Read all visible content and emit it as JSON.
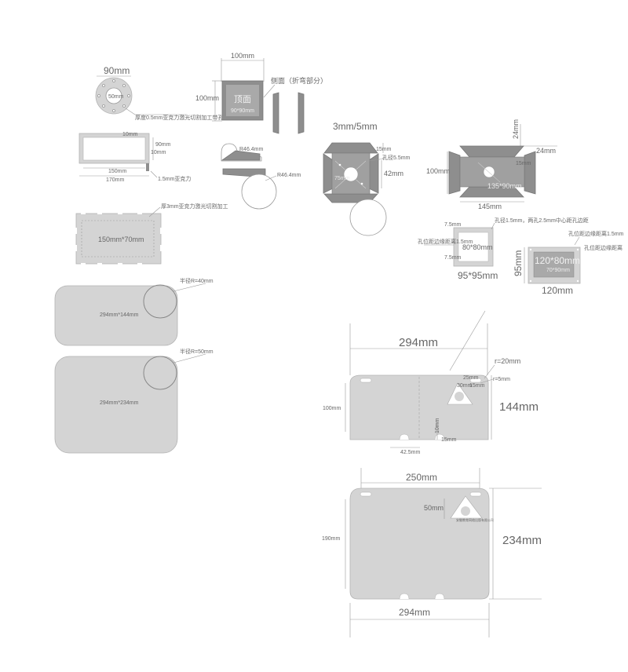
{
  "colors": {
    "part": "#d4d4d4",
    "part_dark": "#8e8e8e",
    "line": "#9a9a9a",
    "text": "#666666"
  },
  "ring": {
    "outer": "90mm",
    "inner": "50mm",
    "note": "厚度0.5mm亚克力激光切割加工带孔"
  },
  "top_face": {
    "width": "100mm",
    "height": "100mm",
    "name": "顶面",
    "size": "90*90mm",
    "side_label": "侧面（折弯部分）"
  },
  "frame170": {
    "inner_h": "90mm",
    "inner_w": "150mm",
    "outer_w": "170mm",
    "top_label": "10mm",
    "side_label": "10mm",
    "note": "1.5mm亚克力"
  },
  "arc_parts": {
    "label_a": "R46.4mm",
    "label_b": "R46.4mm"
  },
  "box3": {
    "thickness": "3mm/5mm",
    "hole": "孔径5.5mm",
    "side_top": "15mm",
    "side_bottom": "42mm",
    "inner": "75mm"
  },
  "box4": {
    "flap_top": "24mm",
    "flap_side": "24mm",
    "height": "100mm",
    "width": "145mm",
    "inner": "135*90mm",
    "side_small": "15mm"
  },
  "panel150": {
    "size": "150mm*70mm",
    "note": "厚3mm亚克力激光切割加工"
  },
  "frame95": {
    "inner": "80*80mm",
    "outer": "95*95mm",
    "edge": "7.5mm",
    "note_top": "孔径1.5mm，两孔2.5mm中心距孔边距",
    "note_side": "孔位距边缘距离1.5mm"
  },
  "frame120": {
    "inner": "120*80mm",
    "sub": "70*90mm",
    "height": "95mm",
    "width": "120mm",
    "note_top": "孔位距边缘距离1.5mm",
    "note_side": "孔位距边缘距离"
  },
  "card1": {
    "size": "294mm*144mm",
    "radius_note": "半径R=40mm"
  },
  "card2": {
    "size": "294mm*234mm",
    "radius_note": "半径R=50mm"
  },
  "big1": {
    "width": "294mm",
    "height": "144mm",
    "inner_h": "100mm",
    "r_corner": "r=20mm",
    "r_small": "r=5mm",
    "offset": "42.5mm",
    "notch": "15mm",
    "gap": "10mm",
    "small_dims": [
      "25mm",
      "30mm",
      "15mm"
    ]
  },
  "big2": {
    "top_width": "250mm",
    "bottom_width": "294mm",
    "height": "234mm",
    "inner_h": "190mm",
    "logo_h": "50mm",
    "logo_text": "安徽教育网络出版有限公司"
  }
}
